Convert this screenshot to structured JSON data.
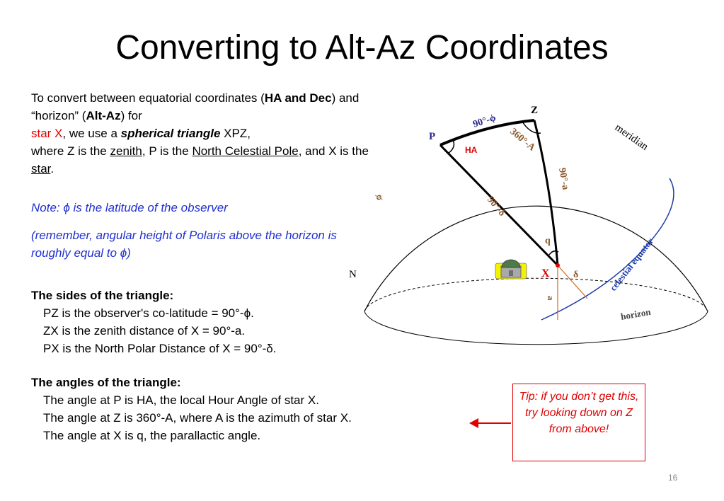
{
  "title": "Converting to Alt-Az Coordinates",
  "intro": {
    "p1": "To convert between equatorial coordinates (",
    "ha_dec": "HA and Dec",
    "p2": ") and “horizon” (",
    "altaz": "Alt-Az",
    "p3": ") for",
    "starx": "star X",
    "p4": ", we use a ",
    "spherical": "spherical triangle",
    "p5": " XPZ,",
    "p6": "where Z is the ",
    "zenith": "zenith",
    "p7": ", P is the ",
    "ncp": "North Celestial Pole",
    "p8": ", and X is the ",
    "star": "star",
    "p9": "."
  },
  "note": "Note: ϕ is the latitude of the observer",
  "remember": "(remember, angular height of Polaris above the horizon is roughly equal to ϕ)",
  "sides": {
    "heading": "The sides of the triangle:",
    "lines": [
      "PZ is the observer's co-latitude = 90°-ϕ.",
      "ZX is the zenith distance of X = 90°-a.",
      "PX is the North Polar Distance of X = 90°-δ."
    ]
  },
  "angles": {
    "heading": "The angles of the triangle:",
    "lines": [
      "The angle at P is HA, the local Hour Angle of star X.",
      "The angle at Z is 360°-A, where A is the azimuth of star X.",
      "The angle at X is q, the parallactic angle."
    ]
  },
  "tip": "Tip: if you don’t get this, try looking down on Z from above!",
  "page_number": "16",
  "diagram": {
    "Z": "Z",
    "P": "P",
    "X": "X",
    "N": "N",
    "HA": "HA",
    "pz": "90°-ϕ",
    "zangle": "360°-A",
    "zx": "90°-a",
    "px": "90°-δ",
    "q": "q",
    "phi": "ϕ",
    "delta": "δ",
    "a": "a",
    "meridian": "meridian",
    "celestial_equator": "celestial equator",
    "horizon": "horizon"
  },
  "colors": {
    "accent_red": "#e00000",
    "note_blue": "#1f2fd0",
    "label_brown": "#8b5a2b",
    "equator_blue": "#1a3aa8"
  }
}
